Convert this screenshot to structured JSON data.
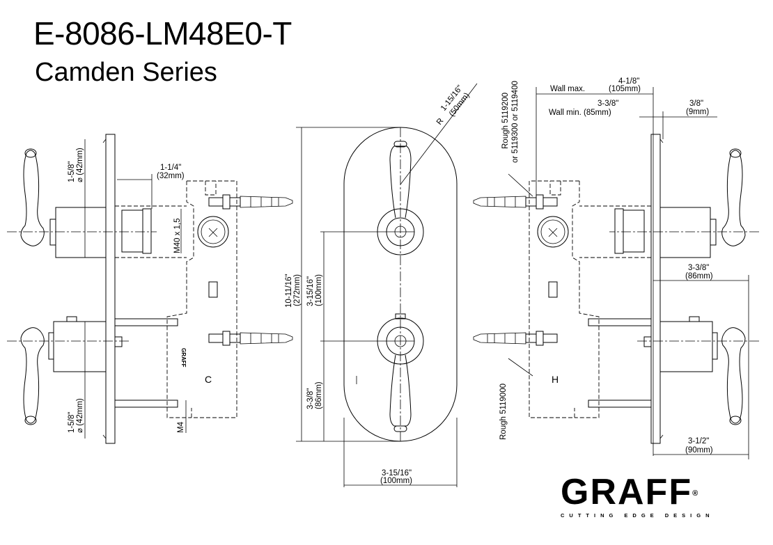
{
  "header": {
    "model": "E-8086-LM48E0-T",
    "series": "Camden Series"
  },
  "left_view": {
    "trim_dia_top": {
      "imperial": "1-5/8\"",
      "metric": "⌀ (42mm)"
    },
    "trim_dia_bottom": {
      "imperial": "1-5/8\"",
      "metric": "⌀ (42mm)"
    },
    "depth": {
      "imperial": "1-1/4\"",
      "metric": "(32mm)"
    },
    "thread": "M40 x 1,5",
    "screw": "M4",
    "body_mark": "GRAFF",
    "body_letter": "C"
  },
  "front_view": {
    "radius": {
      "prefix": "R",
      "imperial": "1-15/16\"",
      "metric": "(50mm)"
    },
    "height": {
      "imperial": "10-11/16\"",
      "metric": "(272mm)"
    },
    "handle_spacing": {
      "imperial": "3-15/16\"",
      "metric": "(100mm)"
    },
    "lower_offset": {
      "imperial": "3-3/8\"",
      "metric": "(86mm)"
    },
    "width": {
      "imperial": "3-15/16\"",
      "metric": "(100mm)"
    }
  },
  "right_view": {
    "rough_top": {
      "line1": "Rough 5119200",
      "line2": "or 5119300 or 5119400"
    },
    "wall_max": {
      "imperial": "4-1/8\"",
      "label": "Wall max.",
      "metric": "(105mm)"
    },
    "wall_min": {
      "imperial": "3-3/8\"",
      "label": "Wall min. (85mm)"
    },
    "plate": {
      "imperial": "3/8\"",
      "metric": "(9mm)"
    },
    "projection_top": {
      "imperial": "3-3/8\"",
      "metric": "(86mm)"
    },
    "projection_bottom": {
      "imperial": "3-1/2\"",
      "metric": "(90mm)"
    },
    "rough_bottom": "Rough 5119000",
    "body_letter": "H"
  },
  "brand": {
    "name": "GRAFF",
    "registered": "®",
    "tagline": "CUTTING EDGE DESIGN"
  }
}
